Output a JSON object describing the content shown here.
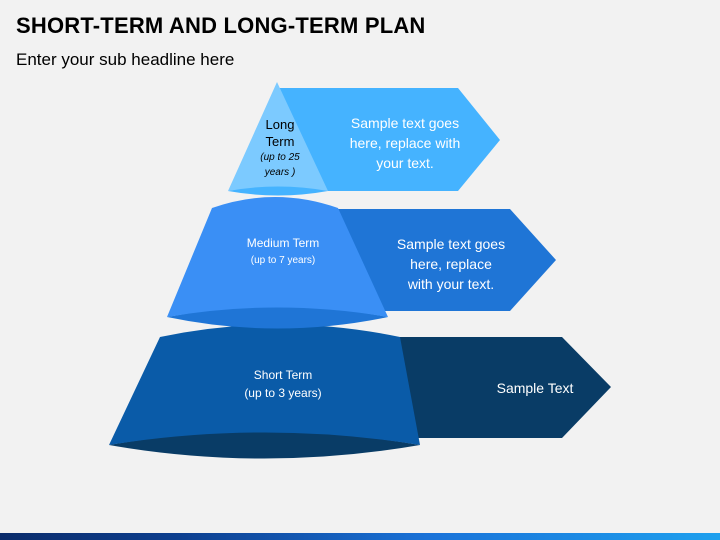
{
  "header": {
    "title": "SHORT-TERM AND LONG-TERM PLAN",
    "subtitle": "Enter your sub headline here"
  },
  "colors": {
    "long_arrow": "#45b3ff",
    "long_tier": "#7ccaff",
    "medium_arrow": "#1f75d6",
    "medium_tier": "#3a8ff5",
    "short_arrow": "#093c66",
    "short_tier": "#0a5ba8",
    "bottom_bar": "#1a73d9"
  },
  "tiers": [
    {
      "id": "long",
      "label": "Long",
      "label2": "Term",
      "sublabel": "(up to 25",
      "sublabel2": "years )",
      "arrow_text": [
        "Sample text goes",
        "here, replace with",
        "your text."
      ]
    },
    {
      "id": "medium",
      "label": "Medium Term",
      "sublabel": "(up to 7 years)",
      "arrow_text": [
        "Sample text goes",
        "here, replace",
        "with your text."
      ]
    },
    {
      "id": "short",
      "label": "Short Term",
      "sublabel": "(up to 3 years)",
      "arrow_text": [
        "Sample Text"
      ]
    }
  ]
}
